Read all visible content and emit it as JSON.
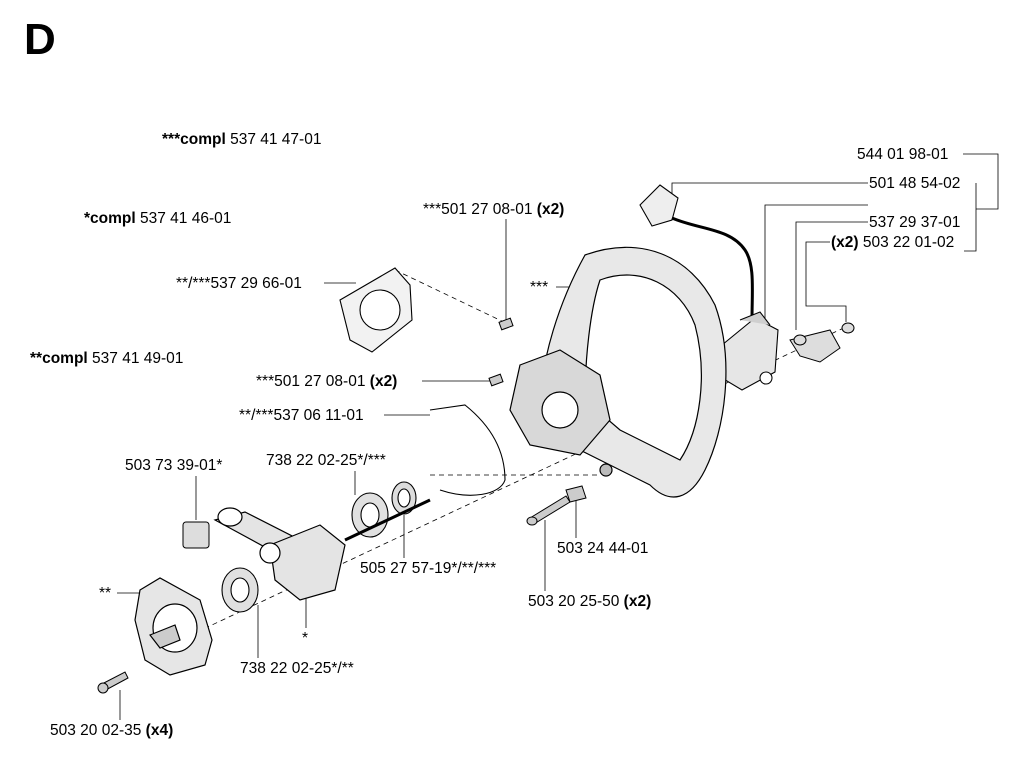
{
  "section": "D",
  "kits": [
    {
      "prefix": "***",
      "word": "compl",
      "number": "537 41 47-01"
    },
    {
      "prefix": "*",
      "word": "compl",
      "number": "537 41 46-01"
    },
    {
      "prefix": "**",
      "word": "compl",
      "number": "537 41 49-01"
    }
  ],
  "labels": {
    "p544_01_98_01": "544 01 98-01",
    "p501_48_54_02": "501 48 54-02",
    "p537_29_37_01": "537 29 37-01",
    "p503_22_01_02_qty": "(x2)",
    "p503_22_01_02": "503 22 01-02",
    "p501_27_08_01_top": "***501 27 08-01",
    "p501_27_08_01_top_qty": "(x2)",
    "p501_27_08_01_mid": "***501 27 08-01",
    "p501_27_08_01_mid_qty": "(x2)",
    "p537_29_66_01": "**/***537 29 66-01",
    "housing": "***",
    "p537_06_11_01": "**/***537 06 11-01",
    "p503_73_39_01": "503 73 39-01*",
    "p738_22_02_25_top": "738 22 02-25*/***",
    "p505_27_57_19": "505 27 57-19*/**/***",
    "p503_24_44_01": "503 24 44-01",
    "p503_20_25_50": "503 20 25-50",
    "p503_20_25_50_qty": "(x2)",
    "crank_cover": "**",
    "crankshaft": "*",
    "p738_22_02_25_bot": "738 22 02-25*/**",
    "p503_20_02_35": "503 20 02-35",
    "p503_20_02_35_qty": "(x4)"
  }
}
